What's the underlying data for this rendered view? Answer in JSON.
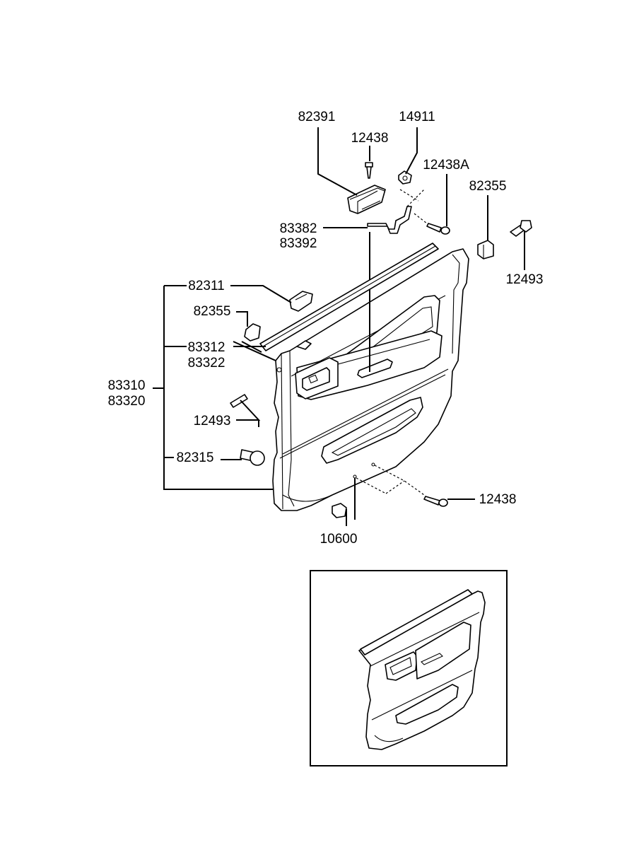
{
  "callouts": {
    "c82391": "82391",
    "c14911": "14911",
    "c12438_top": "12438",
    "c12438A": "12438A",
    "c82355_right": "82355",
    "c83382": "83382",
    "c83392": "83392",
    "c12493_right": "12493",
    "c82311": "82311",
    "c82355_left": "82355",
    "c83312": "83312",
    "c83322": "83322",
    "c83310": "83310",
    "c83320": "83320",
    "c12493_left": "12493",
    "c82315": "82315",
    "c12438_bottom": "12438",
    "c10600": "10600"
  },
  "icons": [
    "door-trim-panel",
    "armrest-pocket",
    "screw",
    "clip",
    "fastener",
    "inset-view"
  ]
}
